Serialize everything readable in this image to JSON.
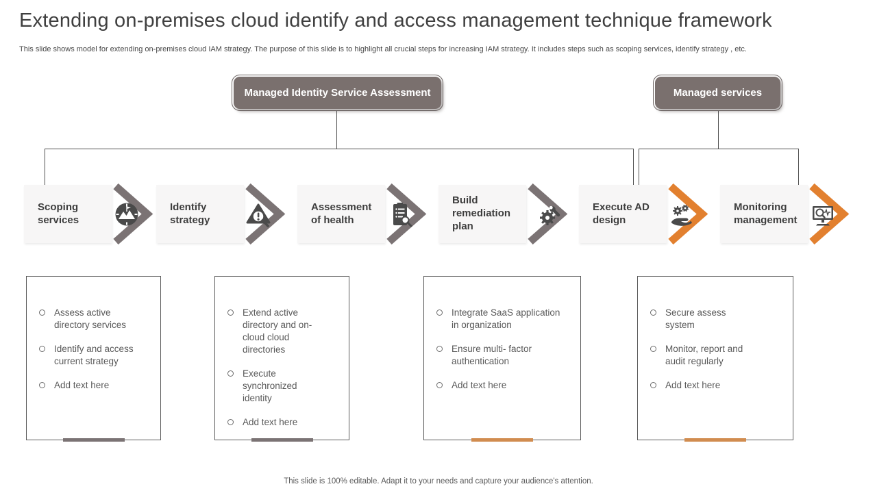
{
  "title": "Extending on-premises cloud identify and access management technique framework",
  "subtitle": "This slide shows model for extending on-premises cloud IAM strategy. The purpose of this slide is to highlight all crucial steps for increasing IAM strategy. It includes steps such as scoping services, identify strategy , etc.",
  "nodes": {
    "assessment": {
      "label": "Managed Identity Service Assessment"
    },
    "services": {
      "label": "Managed services"
    }
  },
  "steps": [
    {
      "label": "Scoping services",
      "icon": "scope-target-icon",
      "accent": "gray"
    },
    {
      "label": "Identify strategy",
      "icon": "warning-search-icon",
      "accent": "gray"
    },
    {
      "label": "Assessment of health",
      "icon": "health-report-icon",
      "accent": "gray"
    },
    {
      "label": "Build remediation plan",
      "icon": "gear-wrench-icon",
      "accent": "gray"
    },
    {
      "label": "Execute AD design",
      "icon": "hand-gears-icon",
      "accent": "orange"
    },
    {
      "label": "Monitoring management",
      "icon": "monitor-search-icon",
      "accent": "orange"
    }
  ],
  "detail_boxes": [
    {
      "accent": "gray",
      "bullets": [
        "Assess active directory services",
        "Identify and access current strategy",
        "Add text here"
      ]
    },
    {
      "accent": "gray",
      "bullets": [
        "Extend active directory and on-cloud cloud directories",
        "Execute synchronized identity",
        "Add text here"
      ]
    },
    {
      "accent": "orange",
      "bullets": [
        "Integrate SaaS application in organization",
        "Ensure multi- factor authentication",
        "Add text here"
      ]
    },
    {
      "accent": "orange",
      "bullets": [
        "Secure assess system",
        "Monitor, report and audit regularly",
        "Add text here"
      ]
    }
  ],
  "footer": "This slide is 100% editable. Adapt it to your needs and capture your audience's attention.",
  "colors": {
    "gray_accent": "#7b7374",
    "orange_accent": "#e2802f",
    "node_fill": "#7a706e",
    "line": "#4f4f4f",
    "text_dark": "#3e3e3e",
    "text_body": "#595959",
    "step_fill": "#f7f6f6",
    "underline_orange": "#d18c4f"
  }
}
